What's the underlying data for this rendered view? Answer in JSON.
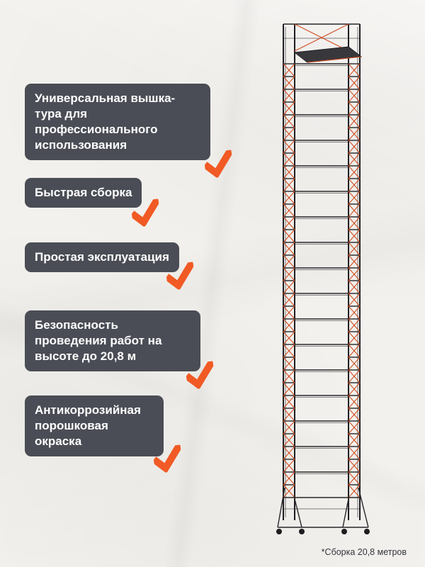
{
  "colors": {
    "accent_orange": "#f15a24",
    "badge_gray": "#4a4d55",
    "paper_background": "#f3f1ed",
    "tower_brace_orange": "#d1491c",
    "tower_frame_black": "#26262a"
  },
  "features": [
    {
      "label": "Универсальная вышка-тура для профессионального использования"
    },
    {
      "label": "Быстрая сборка"
    },
    {
      "label": "Простая эксплуатация"
    },
    {
      "label": "Безопасность проведения работ на высоте до 20,8 м"
    },
    {
      "label": "Антикоррозийная порошковая окраска"
    }
  ],
  "footnote": "*Сборка 20,8 метров"
}
